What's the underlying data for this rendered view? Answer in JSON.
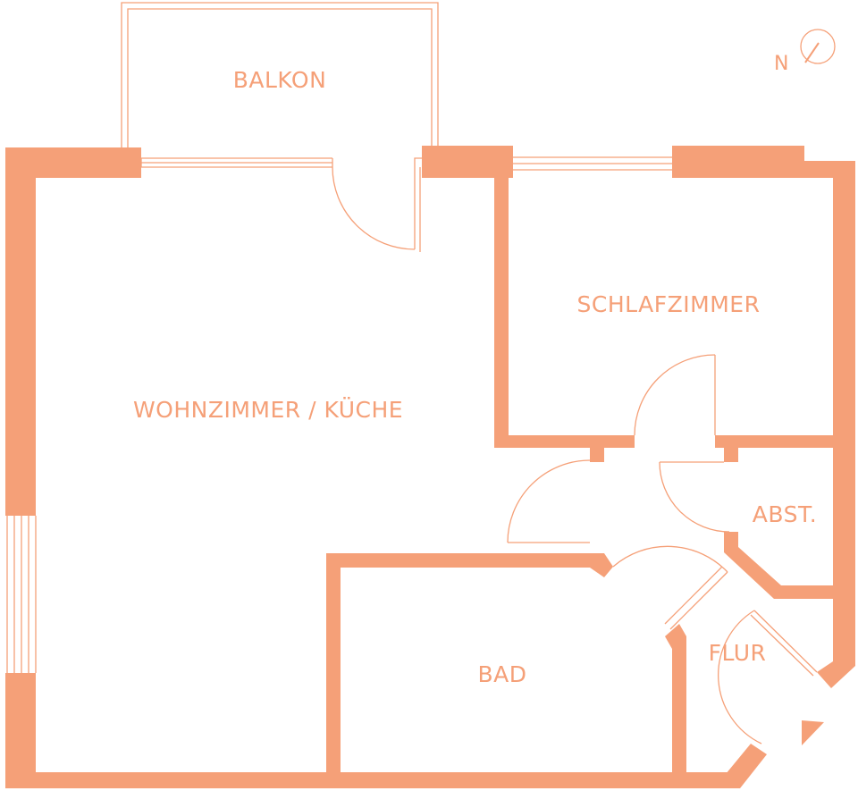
{
  "rooms": {
    "balkon": "BALKON",
    "wohnzimmer_kueche": "WOHNZIMMER / KÜCHE",
    "schlafzimmer": "SCHLAFZIMMER",
    "abstellraum": "ABST.",
    "bad": "BAD",
    "flur": "FLUR"
  },
  "compass": {
    "label": "N",
    "icon": "north-arrow-icon"
  },
  "colors": {
    "wall": "#f5a078",
    "background": "#ffffff"
  }
}
